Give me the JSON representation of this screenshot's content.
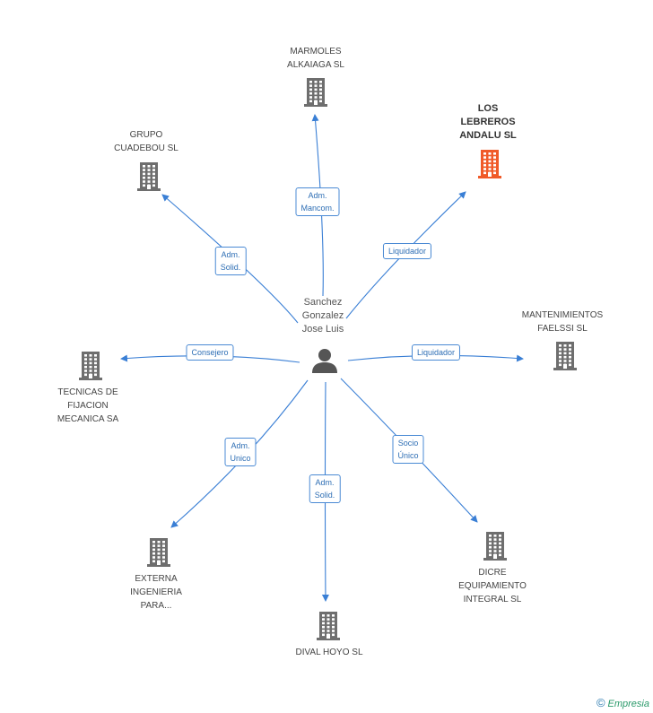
{
  "diagram": {
    "center": {
      "name": "Sanchez\nGonzalez\nJose Luis",
      "icon": "person-icon"
    },
    "nodes": [
      {
        "id": "marmoles",
        "label": "MARMOLES\nALKAIAGA SL",
        "highlight": false
      },
      {
        "id": "lebreros",
        "label": "LOS\nLEBREROS\nANDALU SL",
        "highlight": true
      },
      {
        "id": "cuadebou",
        "label": "GRUPO\nCUADEBOU SL",
        "highlight": false
      },
      {
        "id": "mantenimientos",
        "label": "MANTENIMIENTOS\nFAELSSI SL",
        "highlight": false
      },
      {
        "id": "tecnicas",
        "label": "TECNICAS DE\nFIJACION\nMECANICA SA",
        "highlight": false
      },
      {
        "id": "externa",
        "label": "EXTERNA\nINGENIERIA\nPARA...",
        "highlight": false
      },
      {
        "id": "dival",
        "label": "DIVAL HOYO  SL",
        "highlight": false
      },
      {
        "id": "dicre",
        "label": "DICRE\nEQUIPAMIENTO\nINTEGRAL SL",
        "highlight": false
      }
    ],
    "edges": [
      {
        "to": "marmoles",
        "label": "Adm.\nMancom."
      },
      {
        "to": "lebreros",
        "label": "Liquidador"
      },
      {
        "to": "cuadebou",
        "label": "Adm.\nSolid."
      },
      {
        "to": "mantenimientos",
        "label": "Liquidador"
      },
      {
        "to": "tecnicas",
        "label": "Consejero"
      },
      {
        "to": "externa",
        "label": "Adm.\nUnico"
      },
      {
        "to": "dival",
        "label": "Adm.\nSolid."
      },
      {
        "to": "dicre",
        "label": "Socio\nÚnico"
      }
    ],
    "colors": {
      "edge": "#3a7fd5",
      "building": "#6e6e6e",
      "building_highlight": "#f05a28",
      "person": "#555555"
    }
  },
  "footer": {
    "copyright_symbol": "©",
    "brand": "Empresia"
  }
}
